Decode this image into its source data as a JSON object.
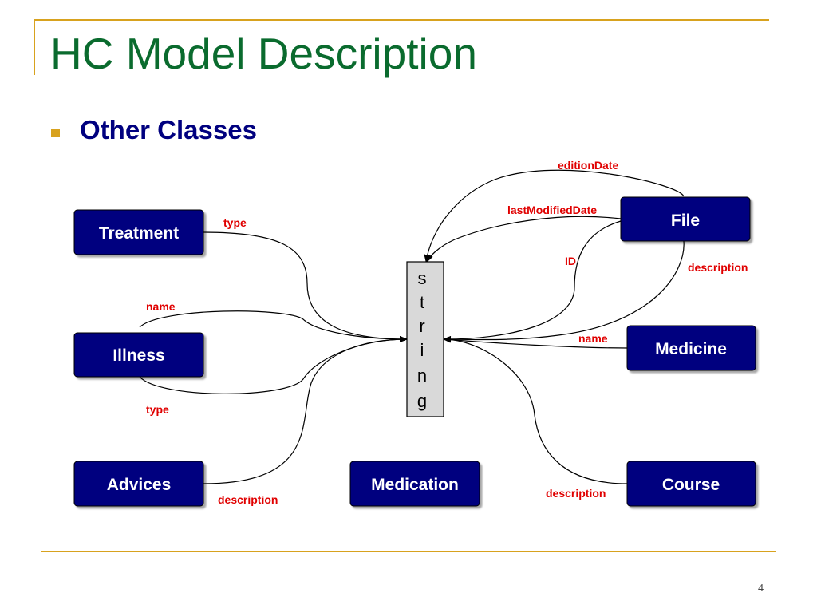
{
  "slide": {
    "title": "HC Model Description",
    "bullet": "Other Classes",
    "page_number": "4"
  },
  "colors": {
    "title": "#0a6b2e",
    "bullet_text": "#00007f",
    "accent": "#d8a21e",
    "class_box_fill": "#00007f",
    "class_box_text": "#ffffff",
    "edge_label": "#e00000"
  },
  "diagram": {
    "center_node": {
      "letters": [
        "s",
        "t",
        "r",
        "i",
        "n",
        "g"
      ]
    },
    "classes": [
      {
        "id": "treatment",
        "label": "Treatment"
      },
      {
        "id": "file",
        "label": "File"
      },
      {
        "id": "illness",
        "label": "Illness"
      },
      {
        "id": "medicine",
        "label": "Medicine"
      },
      {
        "id": "advices",
        "label": "Advices"
      },
      {
        "id": "medication",
        "label": "Medication"
      },
      {
        "id": "course",
        "label": "Course"
      }
    ],
    "edges": [
      {
        "id": "treatment-type",
        "from": "Treatment",
        "to": "string",
        "label": "type"
      },
      {
        "id": "illness-name",
        "from": "Illness",
        "to": "string",
        "label": "name"
      },
      {
        "id": "illness-type",
        "from": "Illness",
        "to": "string",
        "label": "type"
      },
      {
        "id": "advices-description",
        "from": "Advices",
        "to": "string",
        "label": "description"
      },
      {
        "id": "file-editiondate",
        "from": "File",
        "to": "string",
        "label": "editionDate"
      },
      {
        "id": "file-lastmodifieddate",
        "from": "File",
        "to": "string",
        "label": "lastModifiedDate"
      },
      {
        "id": "file-id",
        "from": "File",
        "to": "string",
        "label": "ID"
      },
      {
        "id": "file-description",
        "from": "File",
        "to": "string",
        "label": "description"
      },
      {
        "id": "medicine-name",
        "from": "Medicine",
        "to": "string",
        "label": "name"
      },
      {
        "id": "course-description",
        "from": "Course",
        "to": "string",
        "label": "description"
      }
    ]
  }
}
